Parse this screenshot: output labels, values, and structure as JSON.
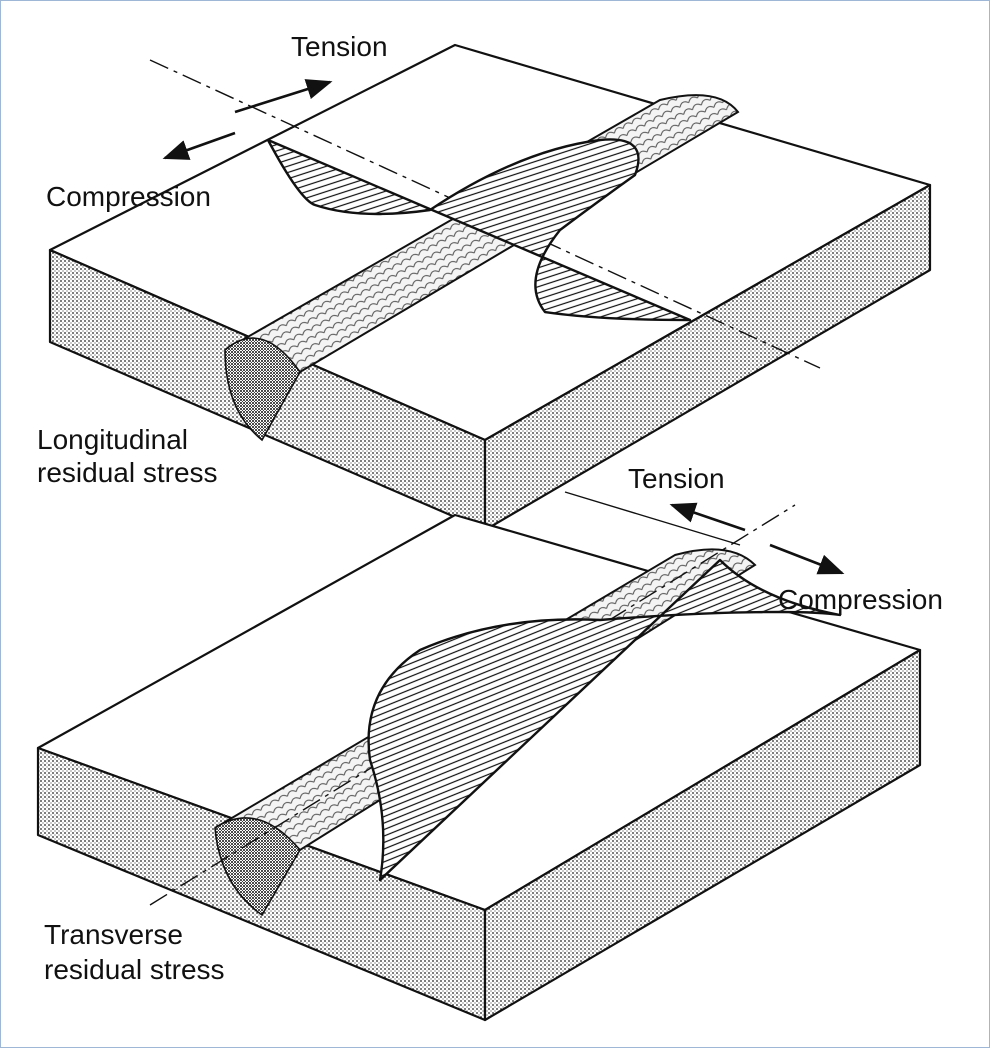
{
  "top_figure": {
    "labels": {
      "tension": "Tension",
      "compression": "Compression",
      "caption_line1": "Longitudinal",
      "caption_line2": "residual stress"
    }
  },
  "bottom_figure": {
    "labels": {
      "tension": "Tension",
      "compression": "Compression",
      "caption_line1": "Transverse",
      "caption_line2": "residual stress"
    }
  },
  "colors": {
    "ink": "#111111",
    "frame_border": "#9fb7d6",
    "background": "#ffffff"
  }
}
